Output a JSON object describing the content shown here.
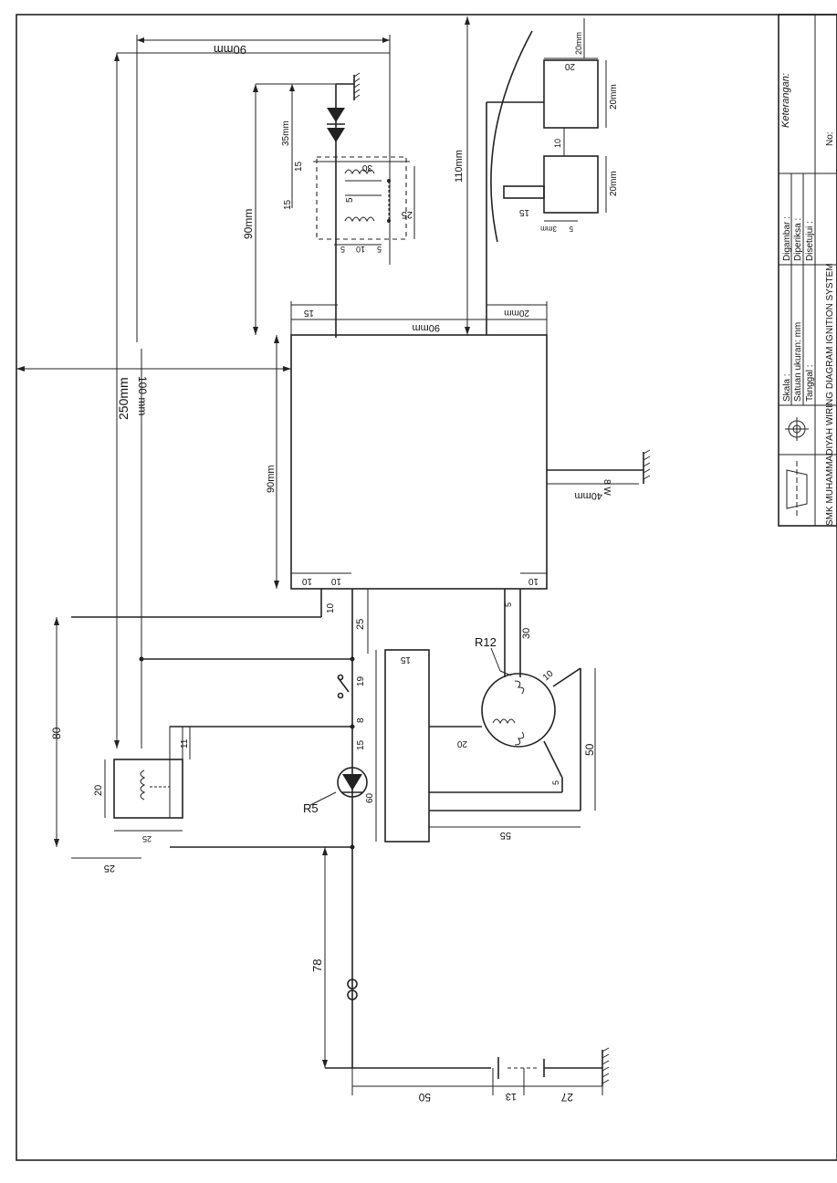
{
  "dimensions": {
    "top_90mm": "90mm",
    "len_250mm": "250mm",
    "len_100mm": "100 mm",
    "len_110mm": "110mm",
    "coil_90mm": "90mm",
    "coil_35mm": "35mm",
    "coil_15a": "15",
    "coil_15b": "15",
    "coil_30": "30",
    "coil_25": "25",
    "coil_5": "5",
    "coil_10": "10",
    "coil_5a": "5",
    "coil_5b": "5",
    "box_90mm_width": "90mm",
    "box_15_left": "15",
    "box_20mm_right": "20mm",
    "box_90mm_height": "90mm",
    "box_40mm": "40mm",
    "box_8w": "8 W",
    "box_10a": "10",
    "box_10b": "10",
    "box_10c": "10",
    "sq_20mm_top": "20mm",
    "sq_20_a": "20",
    "sq_20mm_a": "20mm",
    "sq_10": "10",
    "sq_20mm_b": "20mm",
    "sq_15": "15",
    "sq_3mm": "3mm",
    "sq_5": "5",
    "lo_10": "10",
    "lo_25": "25",
    "lo_19": "19",
    "lo_8": "8",
    "lo_15a": "15",
    "lo_15b": "15",
    "lo_60": "60",
    "lo_80": "80",
    "lo_20": "20",
    "lo_11": "11",
    "lo_25b": "25",
    "lo_25c": "25",
    "lo_5": "5",
    "lo_30": "30",
    "lo_20b": "20",
    "lo_10b": "10",
    "lo_50": "50",
    "lo_5b": "5",
    "lo_55": "55",
    "lo_78": "78",
    "bt_50": "50",
    "bt_13": "13",
    "bt_27": "27"
  },
  "labels": {
    "r12": "R12",
    "r5": "R5"
  },
  "title_block": {
    "keterangan": "Keterangan:",
    "skala": "Skala :",
    "satuan": "Satuan ukuran: mm",
    "tanggal": "Tanggal :",
    "digambar": "Digambar :",
    "diperiksa": "Diperiksa :",
    "disetujui": "Disetujui :",
    "title": "SMK MUHAMMADIYAH   WIRING DIAGRAM IGNITION SYSTEM",
    "no": "No:"
  }
}
